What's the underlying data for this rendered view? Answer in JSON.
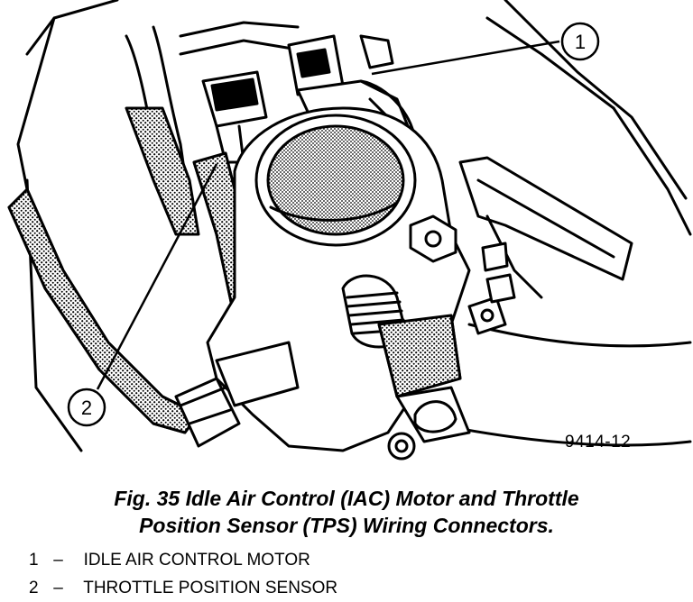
{
  "figure": {
    "id_label": "9414-12",
    "caption_line1": "Fig. 35 Idle Air Control (IAC) Motor and Throttle",
    "caption_line2": "Position Sensor (TPS) Wiring Connectors."
  },
  "callouts": [
    {
      "number": "1"
    },
    {
      "number": "2"
    }
  ],
  "legend": [
    {
      "number": "1",
      "dash": "–",
      "text": "IDLE AIR CONTROL MOTOR"
    },
    {
      "number": "2",
      "dash": "–",
      "text": "THROTTLE POSITION SENSOR"
    }
  ]
}
